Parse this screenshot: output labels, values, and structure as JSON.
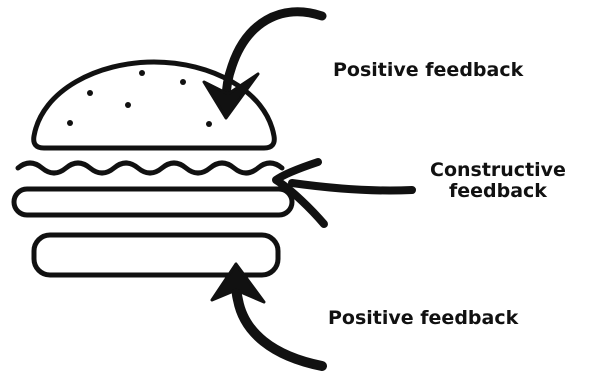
{
  "diagram": {
    "labels": {
      "top": "Positive feedback",
      "middle_line1": "Constructive",
      "middle_line2": "feedback",
      "bottom": "Positive feedback"
    },
    "colors": {
      "ink": "#111111",
      "background": "#ffffff"
    },
    "icons": [
      "burger-icon",
      "curved-arrow-icon"
    ]
  }
}
